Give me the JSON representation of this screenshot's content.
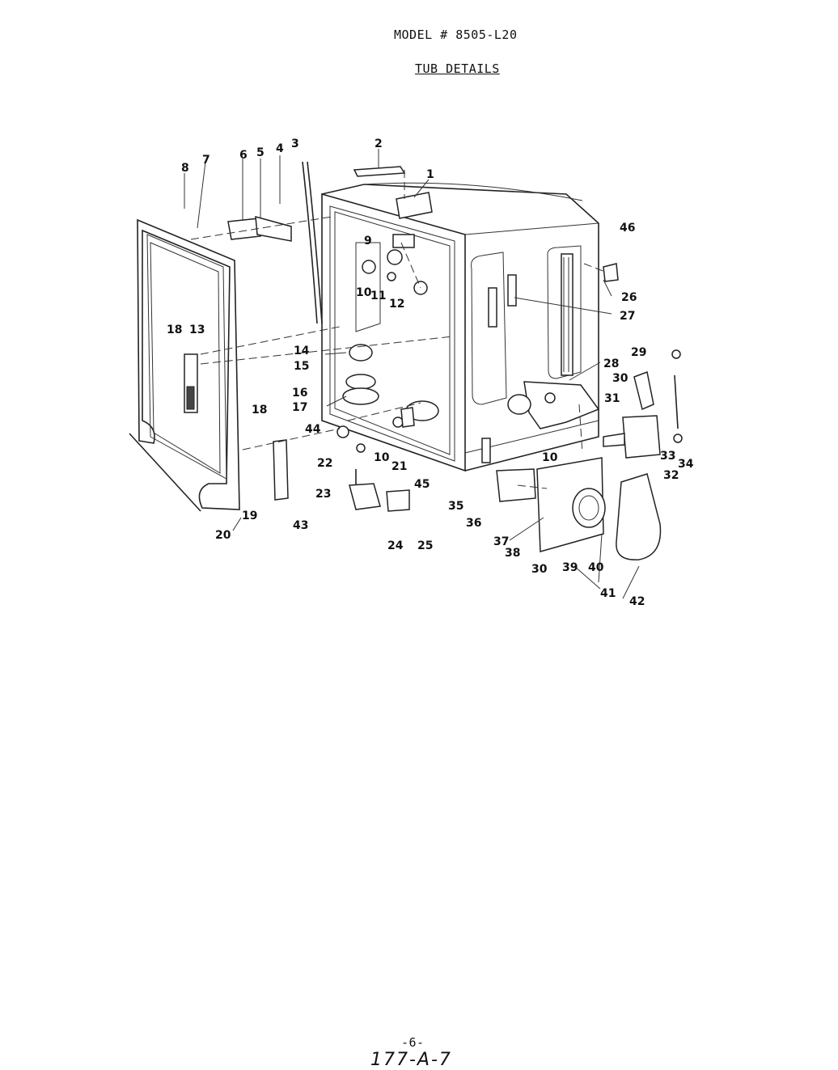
{
  "header": {
    "model": "MODEL # 8505-L20",
    "subtitle": "TUB DETAILS"
  },
  "footer": {
    "page_number": "-6-",
    "document_number": "177-A-7"
  },
  "callouts": [
    "1",
    "2",
    "3",
    "4",
    "5",
    "6",
    "7",
    "8",
    "9",
    "10",
    "11",
    "12",
    "13",
    "14",
    "15",
    "16",
    "17",
    "18",
    "18",
    "19",
    "20",
    "21",
    "22",
    "23",
    "24",
    "25",
    "26",
    "27",
    "28",
    "29",
    "30",
    "30",
    "31",
    "32",
    "33",
    "34",
    "35",
    "36",
    "37",
    "38",
    "39",
    "40",
    "10",
    "10",
    "41",
    "42",
    "43",
    "44",
    "45",
    "46"
  ]
}
